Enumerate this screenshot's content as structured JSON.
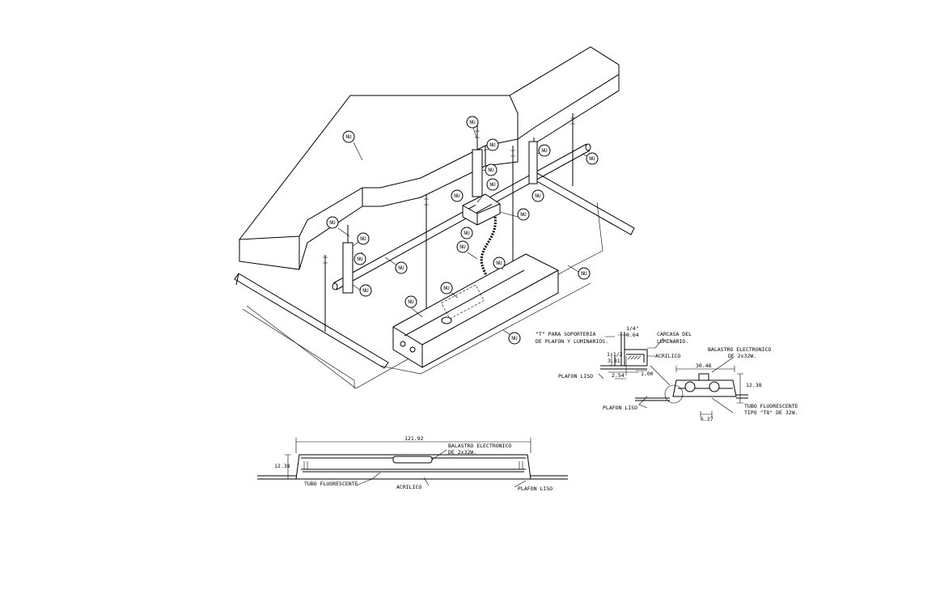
{
  "callout_tag": "NU",
  "detail_labels": {
    "support_note_line1": "\"T\" PARA SOPORTERIA",
    "support_note_line2": "DE PLAFON Y LUMINARIOS.",
    "frac_quarter": "1/4\"",
    "dim_064": "0.64",
    "carcasa_line1": "CARCASA DEL",
    "carcasa_line2": "LUMINARIO.",
    "frac_one_half": "1-1/2",
    "dim_381": "3.81",
    "acrilico": "ACRILICO",
    "plafon_liso_a": "PLAFON LISO",
    "dim_254": "2.54",
    "dim_100": "1.00",
    "balastro_line1": "BALASTRO ELECTRONICO",
    "balastro_line2": "DE 2x32W.",
    "dim_3048": "30.48",
    "dim_1238_side": "12.38",
    "plafon_liso_b": "PLAFON LISO",
    "tubo_line1": "TUBO FLUORESCENTE",
    "tubo_line2": "TIPO \"T8\" DE 32W.",
    "dim_627": "6.27"
  },
  "elevation_labels": {
    "dim_12192": "121.92",
    "balastro_line1": "BALASTRO ELECTRONICO",
    "balastro_line2": "DE 2x32W.",
    "dim_1238": "12.38",
    "tubo": "TUBO FLUORESCENTE",
    "acrilico": "ACRILICO",
    "plafon": "PLAFON LISO"
  }
}
